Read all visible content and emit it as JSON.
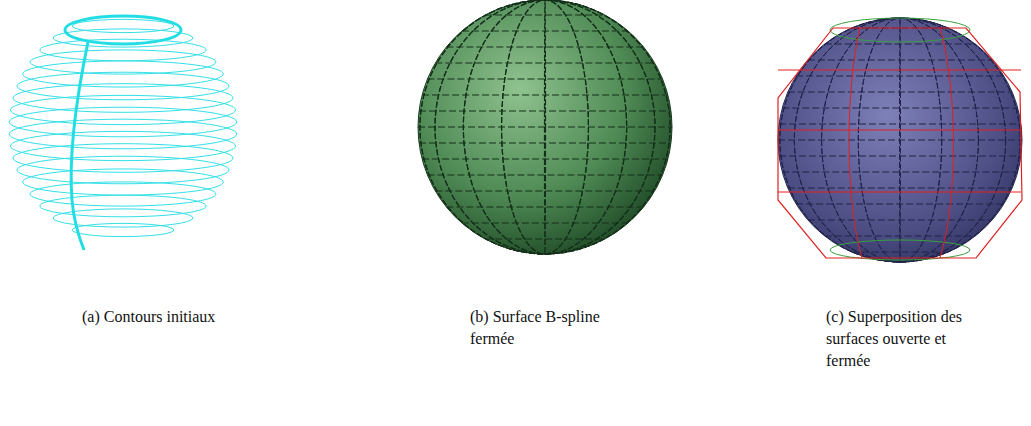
{
  "diagram": {
    "labels": [
      "(a) Contours initiaux",
      "(b) Surface B-spline fermée",
      "(c) Superposition des surfaces ouverte et fermée"
    ]
  }
}
